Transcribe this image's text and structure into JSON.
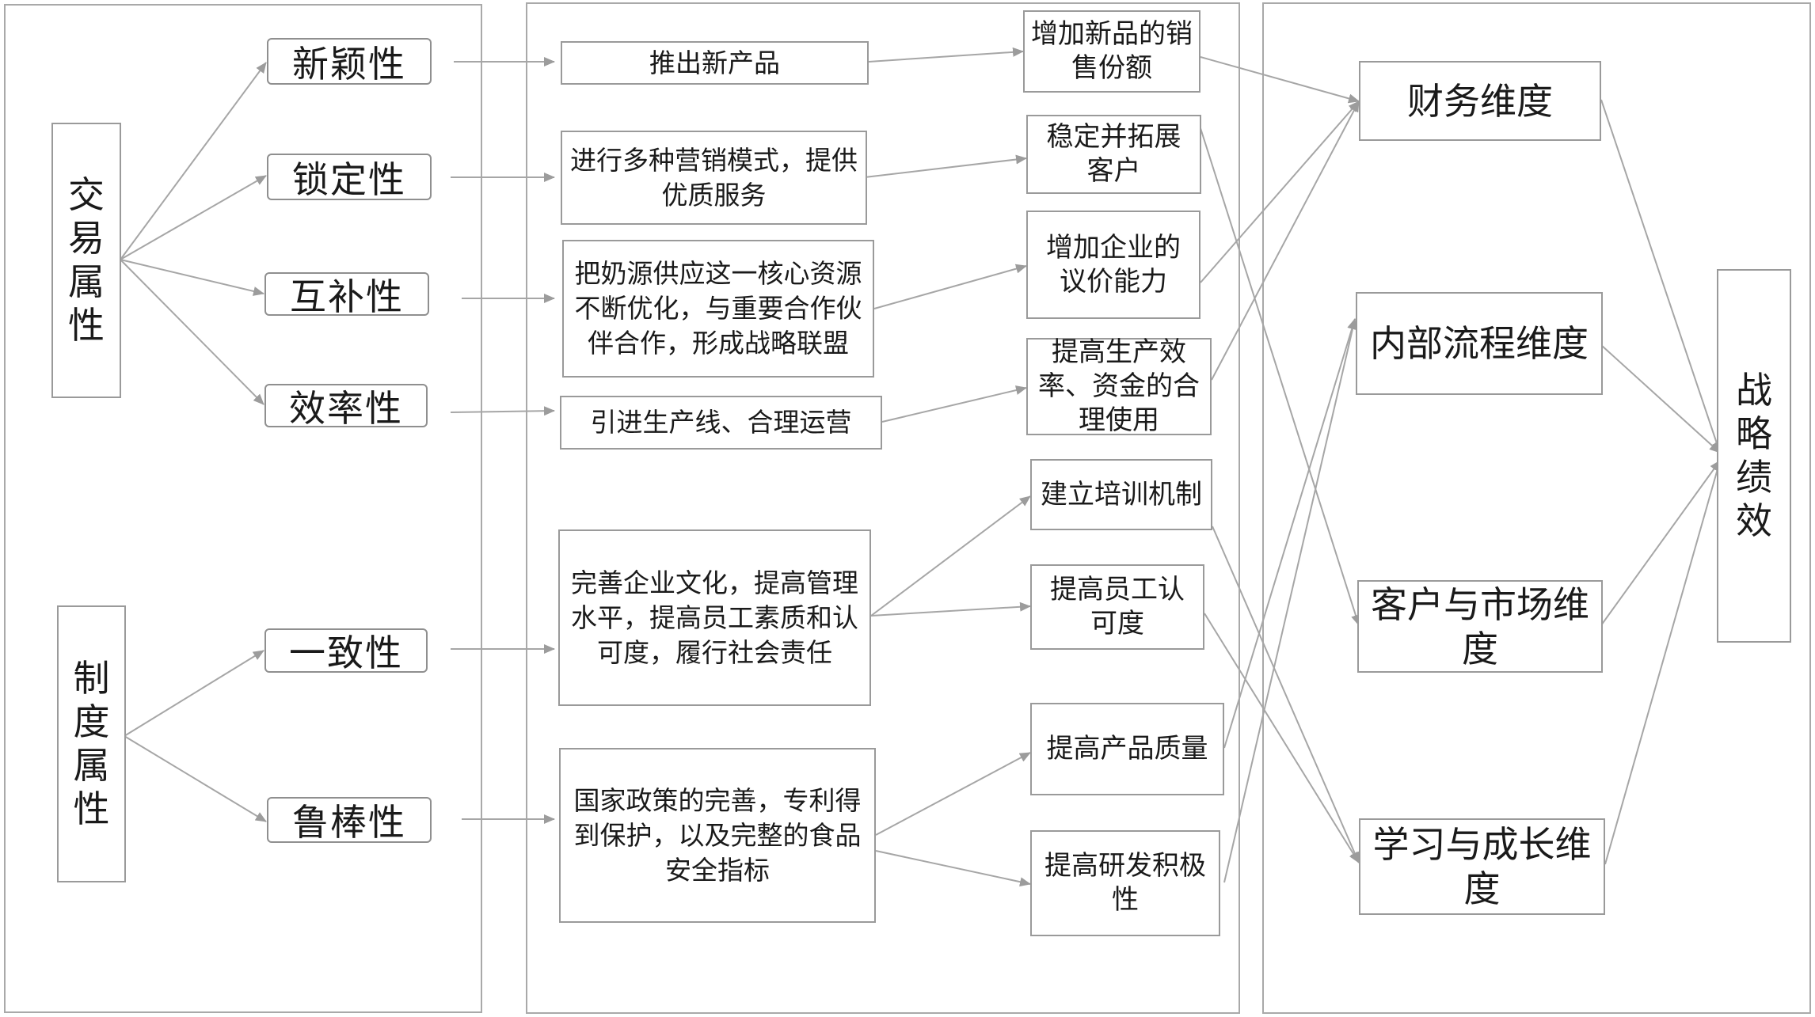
{
  "groups": {
    "transaction": "交易属性",
    "institution": "制度属性"
  },
  "attributes": {
    "novelty": "新颖性",
    "lockin": "锁定性",
    "complementarity": "互补性",
    "efficiency": "效率性",
    "consistency": "一致性",
    "robustness": "鲁棒性"
  },
  "measures": {
    "new_product": "推出新产品",
    "marketing": "进行多种营销模式，提供优质服务",
    "milk_source": "把奶源供应这一核心资源不断优化，与重要合作伙伴合作，形成战略联盟",
    "production_line": "引进生产线、合理运营",
    "culture": "完善企业文化，提高管理水平，提高员工素质和认可度，履行社会责任",
    "policy": "国家政策的完善，专利得到保护，以及完整的食品安全指标"
  },
  "results": {
    "new_sales": "增加新品的销售份额",
    "customers": "稳定并拓展客户",
    "bargaining": "增加企业的议价能力",
    "productivity": "提高生产效率、资金的合理使用",
    "training": "建立培训机制",
    "recognition": "提高员工认可度",
    "quality": "提高产品质量",
    "rd": "提高研发积极性"
  },
  "dimensions": {
    "financial": "财务维度",
    "internal": "内部流程维度",
    "customer": "客户与市场维度",
    "learning": "学习与成长维度"
  },
  "outcome": "战略绩效",
  "colors": {
    "border": "#9a9a9a",
    "arrow": "#a6a6a6",
    "text": "#1a1a1a"
  }
}
